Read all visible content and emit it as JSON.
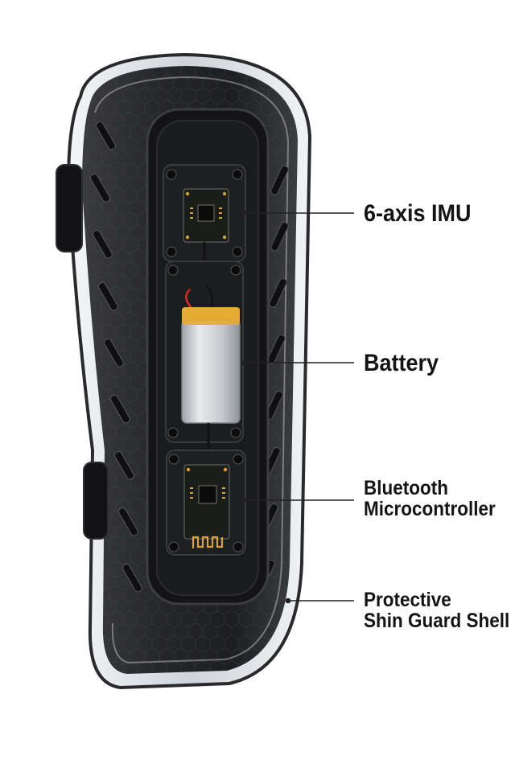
{
  "labels": {
    "imu": "6-axis IMU",
    "battery": "Battery",
    "mcu_line1": "Bluetooth",
    "mcu_line2": "Microcontroller",
    "shell_line1": "Protective",
    "shell_line2": "Shin Guard Shell"
  },
  "colors": {
    "shell_dark": "#1c1c1f",
    "shell_rim": "#e9ecef",
    "pcb": "#1b1d1a",
    "battery_label": "#e0a028",
    "battery_cell": "#c9cdd1",
    "gold_pads": "#d4a340",
    "text": "#141414"
  }
}
